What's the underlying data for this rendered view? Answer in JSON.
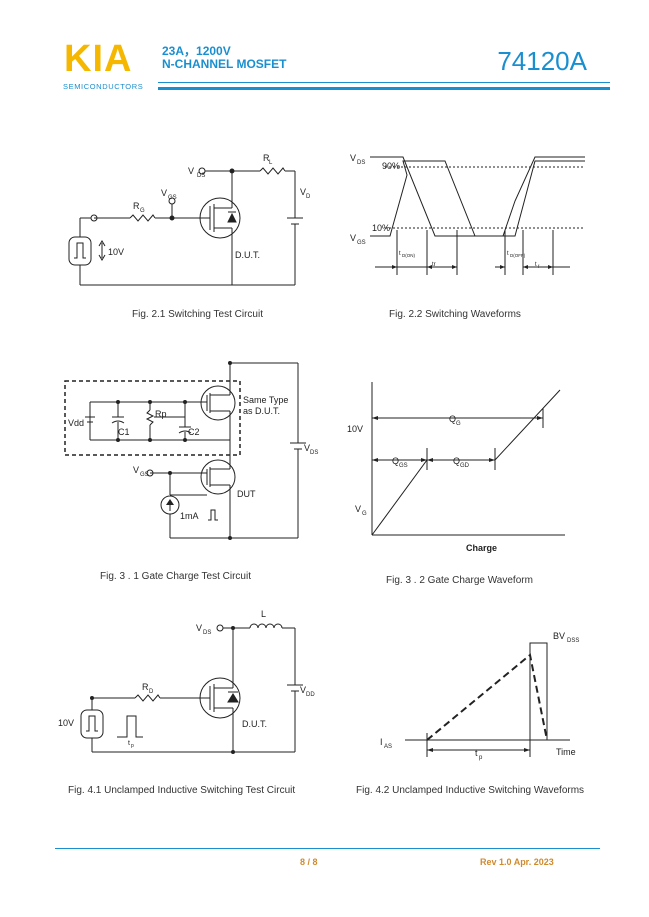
{
  "header": {
    "logo_text": "KIA",
    "logo_subtitle": "SEMICONDUCTORS",
    "rating": "23A，1200V",
    "device_type": "N-CHANNEL MOSFET",
    "part_number": "74120A"
  },
  "figures": {
    "fig21": {
      "caption": "Fig. 2.1 Switching Test Circuit",
      "labels": {
        "vds": "V",
        "vds_sub": "DS",
        "rl": "R",
        "rl_sub": "L",
        "vgs": "V",
        "vgs_sub": "GS",
        "rg": "R",
        "rg_sub": "G",
        "vdd": "V",
        "vdd_sub": "DD",
        "pulse": "10V",
        "dut": "D.U.T."
      }
    },
    "fig22": {
      "caption": "Fig. 2.2 Switching Waveforms",
      "labels": {
        "vds": "V",
        "vds_sub": "DS",
        "vgs": "V",
        "vgs_sub": "GS",
        "p90": "90%",
        "p10": "10%",
        "tdon": "t",
        "tdon_sub": "D(ON)",
        "tr": "tr",
        "tdoff": "t",
        "tdoff_sub": "D(OFF)",
        "tf": "t",
        "tf_sub": "f"
      }
    },
    "fig31": {
      "caption": "Fig. 3 . 1 Gate Charge Test Circuit",
      "labels": {
        "same_type": "Same Type",
        "as_dut": "as D.U.T.",
        "rp": "Rp",
        "vdd": "Vdd",
        "c1": "C1",
        "c2": "C2",
        "vds": "V",
        "vds_sub": "DS",
        "vgs": "V",
        "vgs_sub": "GS",
        "dut": "DUT",
        "ima": "1mA"
      }
    },
    "fig32": {
      "caption": "Fig. 3 . 2 Gate Charge Waveform",
      "labels": {
        "qg": "Q",
        "qg_sub": "G",
        "v10": "10V",
        "qgs": "Q",
        "qgs_sub": "GS",
        "qgd": "Q",
        "qgd_sub": "GD",
        "vg": "V",
        "vg_sub": "G",
        "charge": "Charge"
      }
    },
    "fig41": {
      "caption": "Fig. 4.1 Unclamped Inductive Switching Test Circuit",
      "labels": {
        "vds": "V",
        "vds_sub": "DS",
        "l": "L",
        "rd": "R",
        "rd_sub": "D",
        "vdd": "V",
        "vdd_sub": "DD",
        "pulse": "10V",
        "tp": "t",
        "tp_sub": "p",
        "dut": "D.U.T."
      }
    },
    "fig42": {
      "caption": "Fig. 4.2 Unclamped Inductive Switching Waveforms",
      "labels": {
        "bvdss": "BV",
        "bvdss_sub": "DSS",
        "ias": "I",
        "ias_sub": "AS",
        "tp": "t",
        "tp_sub": "p",
        "time": "Time"
      }
    }
  },
  "footer": {
    "page": "8 / 8",
    "revision": "Rev 1.0 Apr. 2023"
  },
  "colors": {
    "brand_blue": "#1a8fd0",
    "logo_yellow": "#f5b700",
    "footer_orange": "#d08a2e"
  }
}
